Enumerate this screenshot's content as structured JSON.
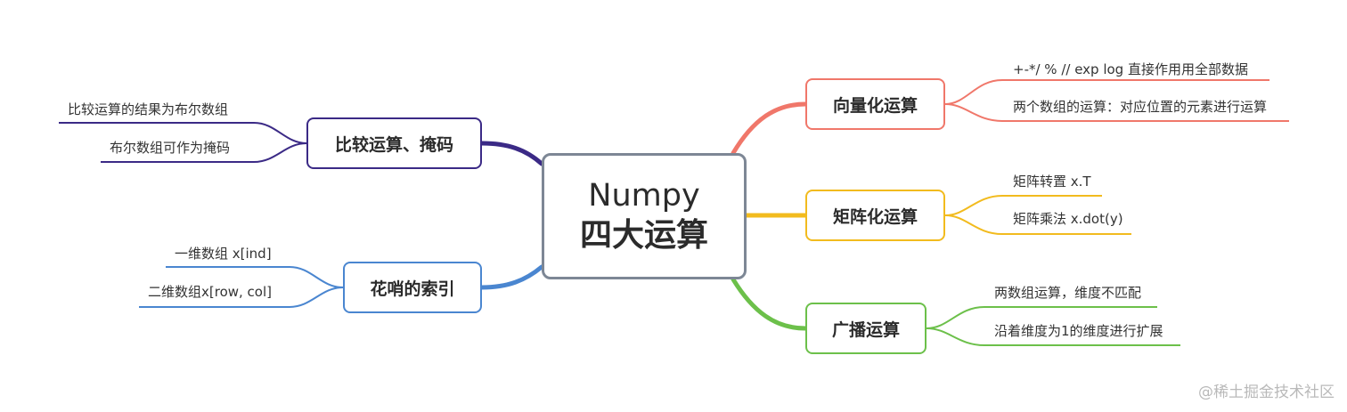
{
  "root": {
    "line1": "Numpy",
    "line2": "四大运算"
  },
  "branches": {
    "vector": {
      "label": "向量化运算",
      "color": "#f0776a",
      "leaves": [
        "+-*/  % // exp log   直接作用用全部数据",
        "两个数组的运算：对应位置的元素进行运算"
      ]
    },
    "matrix": {
      "label": "矩阵化运算",
      "color": "#f2bb1e",
      "leaves": [
        "矩阵转置 x.T",
        "矩阵乘法 x.dot(y)"
      ]
    },
    "broadcast": {
      "label": "广播运算",
      "color": "#6cc04a",
      "leaves": [
        "两数组运算，维度不匹配",
        "沿着维度为1的维度进行扩展"
      ]
    },
    "compare": {
      "label": "比较运算、掩码",
      "color": "#3b2a86",
      "leaves": [
        "比较运算的结果为布尔数组",
        "布尔数组可作为掩码"
      ]
    },
    "indexing": {
      "label": "花哨的索引",
      "color": "#4a86d0",
      "leaves": [
        "一维数组 x[ind]",
        "二维数组x[row, col]"
      ]
    }
  },
  "watermark": "@稀土掘金技术社区"
}
